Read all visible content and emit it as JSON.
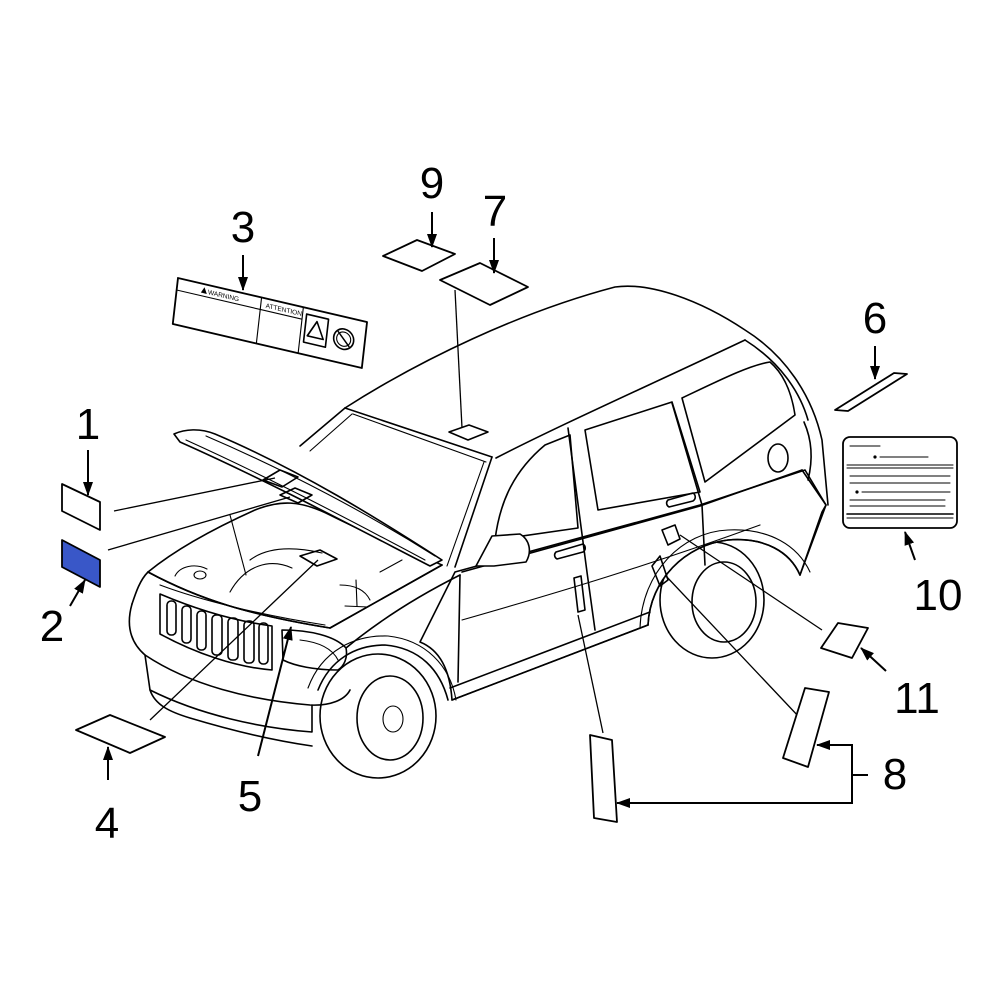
{
  "diagram": {
    "callouts": {
      "n1": "1",
      "n2": "2",
      "n3": "3",
      "n4": "4",
      "n5": "5",
      "n6": "6",
      "n7": "7",
      "n8": "8",
      "n9": "9",
      "n10": "10",
      "n11": "11"
    },
    "item3_label": {
      "warning_text": "WARNING",
      "attention_text": "ATTENTION",
      "icons": [
        "warning-triangle-icon",
        "hazard-triangle-icon",
        "prohibition-icon"
      ]
    },
    "highlighted_item": "2",
    "colors": {
      "line": "#000000",
      "highlight": "#3957c8",
      "background": "#ffffff"
    }
  }
}
